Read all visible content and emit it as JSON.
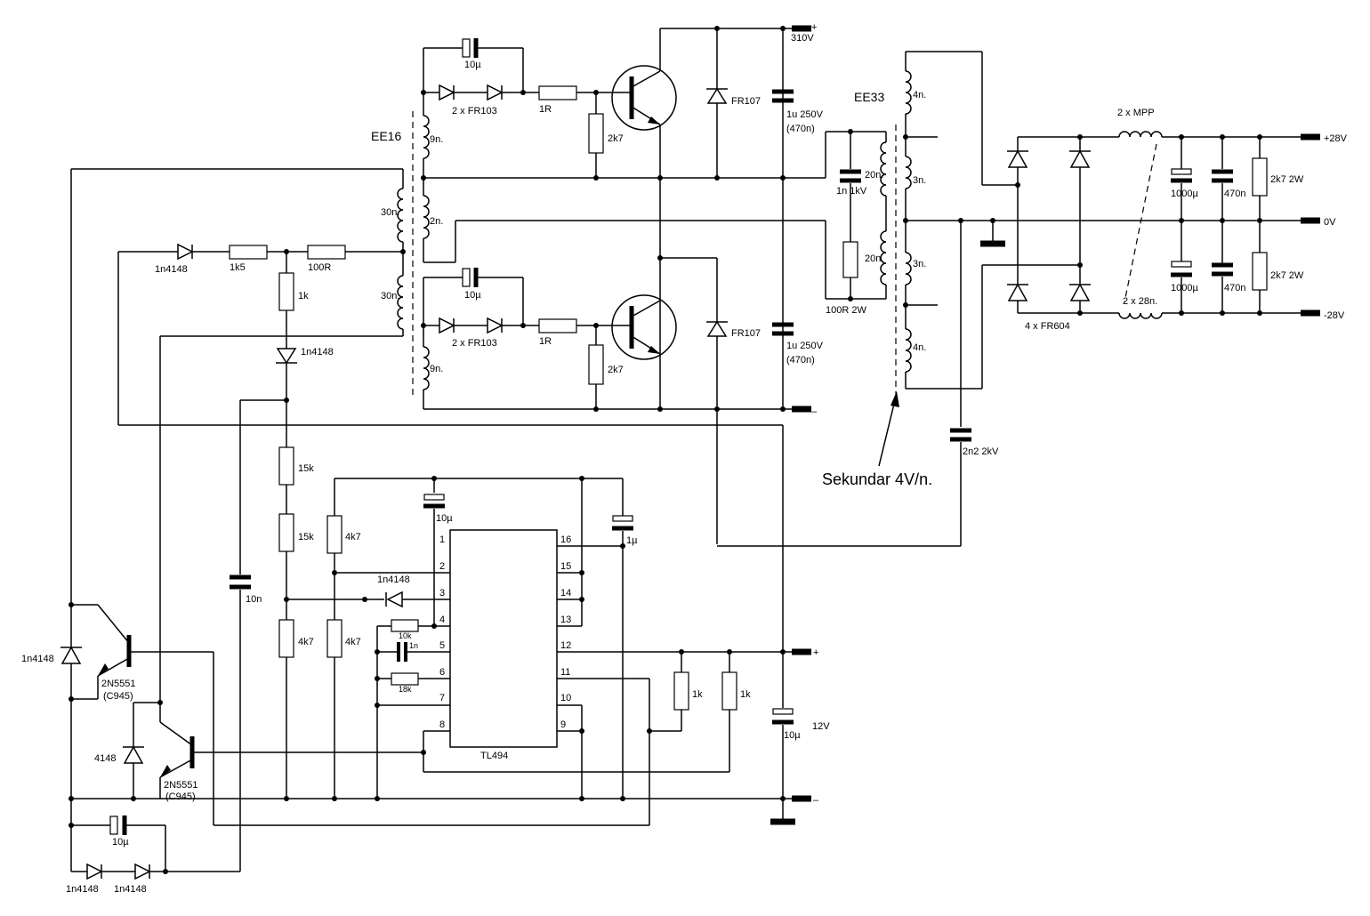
{
  "transformers": {
    "driver": "EE16",
    "main": "EE33",
    "secondary_note": "Sekundar 4V/n."
  },
  "windings": {
    "drv_top": "9n.",
    "drv_mid": "2n.",
    "drv_bot": "9n.",
    "drv_prim_top": "30n.",
    "drv_prim_bot": "30n.",
    "main_prim_top": "20n.",
    "main_prim_bot": "20n.",
    "sec_1": "4n.",
    "sec_2": "3n.",
    "sec_3": "3n.",
    "sec_4": "4n."
  },
  "components": {
    "c_top_10u": "10µ",
    "d_top": "2 x FR103",
    "r_top_1r": "1R",
    "r_top_2k7": "2k7",
    "d_fr107_top": "FR107",
    "c_bus_top": "1u 250V",
    "c_bus_top_alt": "(470n)",
    "c_bot_10u": "10µ",
    "d_bot": "2 x FR103",
    "r_bot_1r": "1R",
    "r_bot_2k7": "2k7",
    "d_fr107_bot": "FR107",
    "c_bus_bot": "1u 250V",
    "c_bus_bot_alt": "(470n)",
    "c_snub": "1n 1kV",
    "r_snub": "100R 2W",
    "d_fb": "1n4148",
    "r_fb_1k5": "1k5",
    "r_fb_100r": "100R",
    "r_fb_1k": "1k",
    "d_fb2": "1n4148",
    "r_15k_a": "15k",
    "r_15k_b": "15k",
    "r_4k7_a": "4k7",
    "r_4k7_b": "4k7",
    "r_4k7_c": "4k7",
    "d_pin3": "1n4148",
    "c_10n": "10n",
    "c_vref": "10µ",
    "c_pin16": "1µ",
    "r_pin4": "10k",
    "c_pin5": "1n",
    "r_pin6": "18k",
    "r_out_1k_a": "1k",
    "r_out_1k_b": "1k",
    "c_12v": "10µ",
    "v_12v": "12V",
    "q1_name": "2N5551",
    "q1_alt": "(C945)",
    "q2_name": "2N5551",
    "q2_alt": "(C945)",
    "d_q1": "1n4148",
    "d_q2": "4148",
    "c_bottom": "10µ",
    "d_bottom_a": "1n4148",
    "d_bottom_b": "1n4148",
    "c_2n2": "2n2 2kV",
    "l_out_top": "2 x MPP",
    "l_out_bot": "2 x 28n.",
    "d_rect": "4 x FR604",
    "c_out_1000_top": "1000µ",
    "c_out_470_top": "470n",
    "r_out_top": "2k7 2W",
    "c_out_1000_bot": "1000µ",
    "c_out_470_bot": "470n",
    "r_out_bot": "2k7 2W"
  },
  "rails": {
    "hv_plus": "+",
    "hv_value": "310V",
    "hv_minus": "–",
    "v12_plus": "+",
    "v12_minus": "–",
    "out_pos": "+28V",
    "out_zero": "0V",
    "out_neg": "-28V"
  },
  "ic": {
    "name": "TL494",
    "pins_left": [
      "1",
      "2",
      "3",
      "4",
      "5",
      "6",
      "7",
      "8"
    ],
    "pins_right": [
      "16",
      "15",
      "14",
      "13",
      "12",
      "11",
      "10",
      "9"
    ]
  }
}
